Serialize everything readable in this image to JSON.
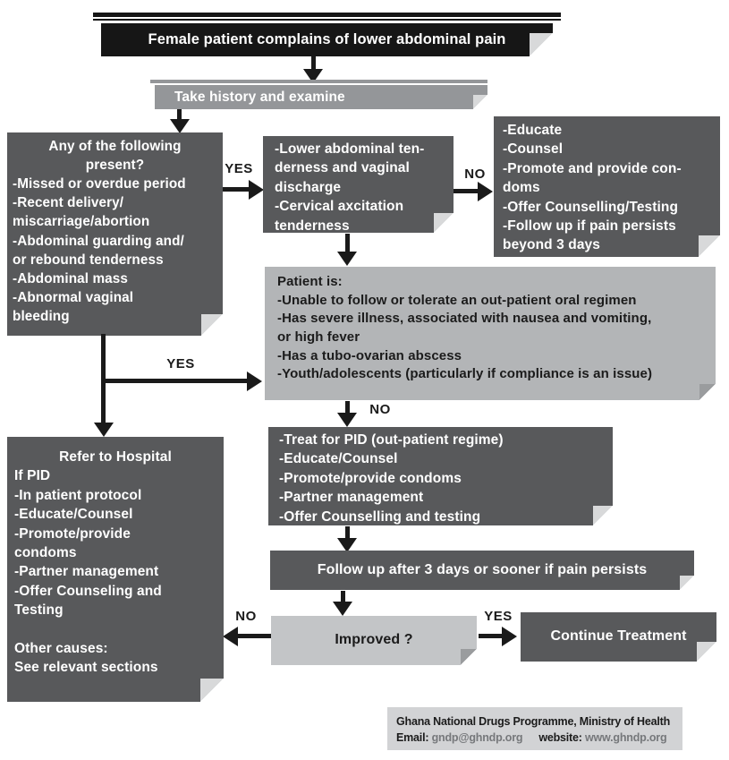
{
  "title_box": {
    "text": "Female patient complains of lower abdominal pain"
  },
  "history_box": {
    "text": "Take history and examine"
  },
  "symptoms_box": {
    "heading": "Any of the following\npresent?",
    "body": "-Missed or overdue period\n-Recent delivery/\nmiscarriage/abortion\n-Abdominal guarding and/\nor rebound tenderness\n-Abdominal mass\n-Abnormal vaginal\nbleeding"
  },
  "exam_box": {
    "text": "-Lower abdominal ten-\nderness and vaginal\ndischarge\n-Cervical axcitation\ntenderness"
  },
  "educate_box": {
    "text": "-Educate\n-Counsel\n-Promote and provide con-\ndoms\n-Offer Counselling/Testing\n-Follow up if pain persists\nbeyond 3 days"
  },
  "patient_box": {
    "text": "Patient is:\n-Unable to follow or tolerate an out-patient oral regimen\n-Has severe illness, associated with nausea and vomiting,\nor high fever\n-Has a tubo-ovarian abscess\n-Youth/adolescents (particularly if compliance is an issue)"
  },
  "treat_box": {
    "text": "-Treat for PID (out-patient regime)\n-Educate/Counsel\n-Promote/provide condoms\n-Partner management\n-Offer Counselling and testing"
  },
  "followup_box": {
    "text": "Follow up after 3 days or sooner if pain persists"
  },
  "improved_box": {
    "text": "Improved ?"
  },
  "continue_box": {
    "text": "Continue Treatment"
  },
  "refer_box": {
    "heading": "Refer to Hospital",
    "body": "If PID\n-In patient protocol\n-Educate/Counsel\n-Promote/provide\ncondoms\n-Partner management\n-Offer Counseling and\nTesting\n\nOther causes:\nSee relevant sections"
  },
  "labels": {
    "yes_to_exam": "YES",
    "no_to_educate": "NO",
    "yes_to_patient": "YES",
    "no_to_treat": "NO",
    "no_to_refer": "NO",
    "yes_to_continue": "YES"
  },
  "footer": {
    "line1": "Ghana National Drugs Programme, Ministry of Health",
    "email_label": "Email:",
    "email": "gndp@ghndp.org",
    "website_label": "website:",
    "website": "www.ghndp.org"
  },
  "colors": {
    "dark_box": "#58595b",
    "black_box": "#161616",
    "mid_gray": "#949699",
    "light_box": "#b3b5b7",
    "improved_box": "#c3c5c7",
    "footer_bg": "#d2d3d5",
    "line": "#1a1a1a",
    "fold_light": "#d8d9da",
    "fold_dark": "#9a9c9e",
    "muted_text": "#76787b"
  }
}
